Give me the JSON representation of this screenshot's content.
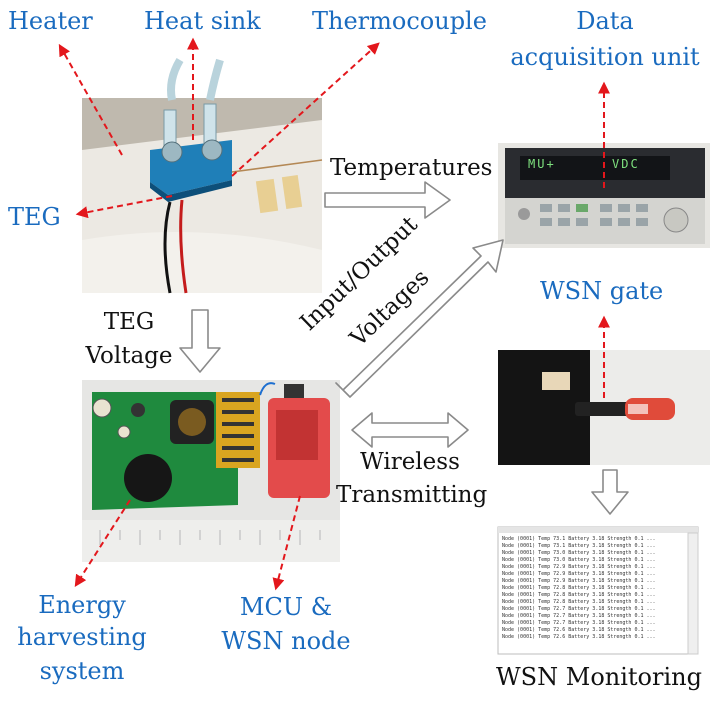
{
  "labels": {
    "heater": "Heater",
    "heat_sink": "Heat sink",
    "thermocouple": "Thermocouple",
    "data_acq_line1": "Data",
    "data_acq_line2": "acquisition unit",
    "teg": "TEG",
    "temperatures": "Temperatures",
    "io_voltages_line1": "Input/Output",
    "io_voltages_line2": "Voltages",
    "wsn_gate": "WSN gate",
    "teg_voltage_line1": "TEG",
    "teg_voltage_line2": "Voltage",
    "wireless_line1": "Wireless",
    "wireless_line2": "Transmitting",
    "energy_line1": "Energy",
    "energy_line2": "harvesting",
    "energy_line3": "system",
    "mcu_line1": "MCU &",
    "mcu_line2": "WSN node",
    "wsn_monitoring": "WSN Monitoring"
  },
  "instrument_display": {
    "left": "MU+",
    "right": "VDC"
  },
  "colors": {
    "label_blue": "#1a6bbf",
    "arrow_red": "#e3171c",
    "arrow_outline": "#8a8a8a"
  }
}
